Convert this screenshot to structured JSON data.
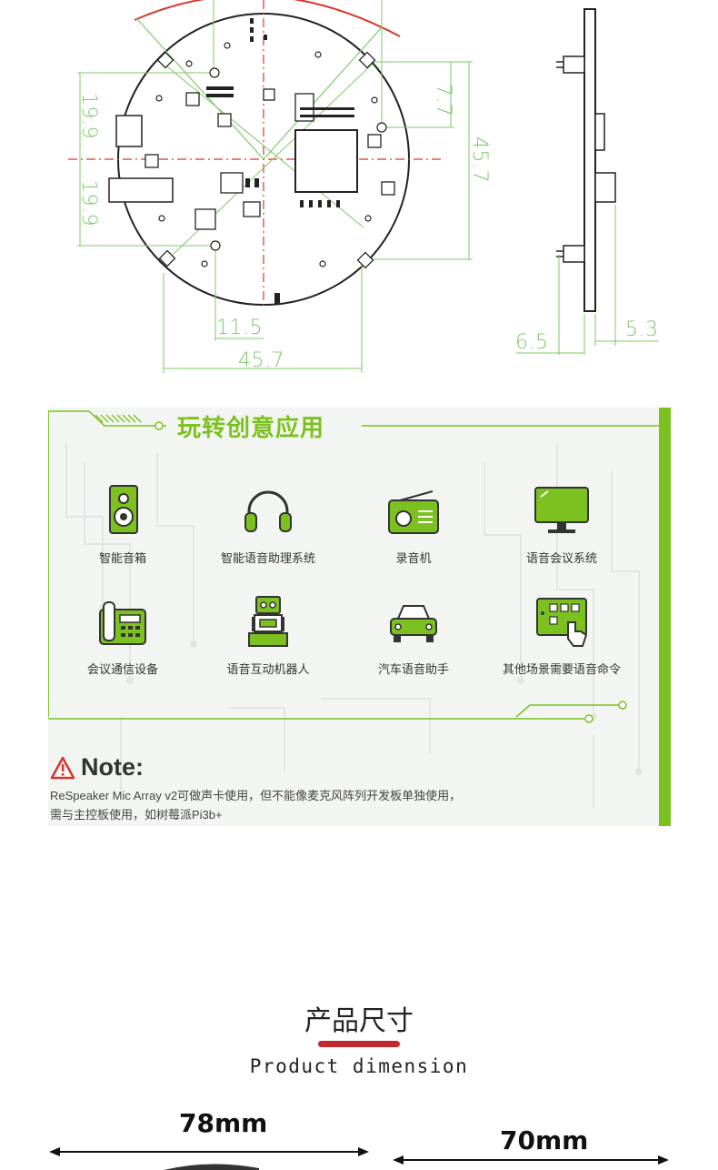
{
  "drawing": {
    "dim_left_top": "19.9",
    "dim_left_bottom": "19.9",
    "dim_vertical_small": "7.7",
    "dim_vertical_total": "45.7",
    "dim_bottom_small": "11.5",
    "dim_bottom_total": "45.7",
    "dim_side_left": "6.5",
    "dim_side_right": "5.3"
  },
  "panel": {
    "title": "玩转创意应用",
    "items": [
      {
        "label": "智能音箱",
        "icon": "speaker-icon"
      },
      {
        "label": "智能语音助理系统",
        "icon": "headphones-icon"
      },
      {
        "label": "录音机",
        "icon": "radio-icon"
      },
      {
        "label": "语音会议系统",
        "icon": "monitor-icon"
      },
      {
        "label": "会议通信设备",
        "icon": "telephone-icon"
      },
      {
        "label": "语音互动机器人",
        "icon": "robot-icon"
      },
      {
        "label": "汽车语音助手",
        "icon": "car-icon"
      },
      {
        "label": "其他场景需要语音命令",
        "icon": "touch-panel-icon"
      }
    ],
    "note_title": "Note:",
    "note_line1": "ReSpeaker Mic Array v2可做声卡使用，但不能像麦克风阵列开发板单独使用，",
    "note_line2": "需与主控板使用，如树莓派Pi3b+"
  },
  "dimension": {
    "title": "产品尺寸",
    "subtitle": "Product dimension",
    "width_label": "78mm",
    "height_label": "70mm"
  },
  "colors": {
    "accent_green": "#7cc11f",
    "dim_green": "#7ec86a",
    "title_red": "#c1272d"
  }
}
